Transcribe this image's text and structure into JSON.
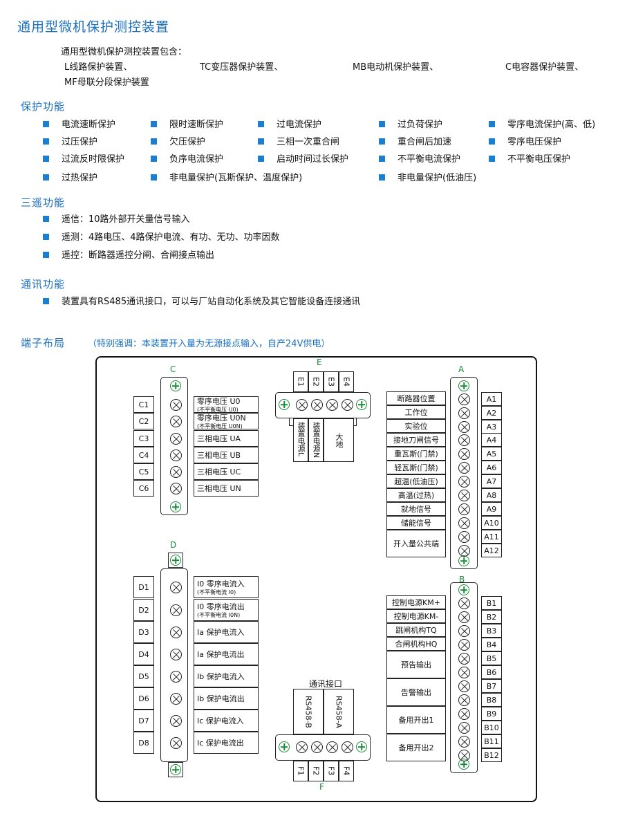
{
  "title": "通用型微机保护测控装置",
  "intro": {
    "lead": "通用型微机保护测控装置包含：",
    "items": [
      "L线路保护装置、",
      "TC变压器保护装置、",
      "MB电动机保护装置、",
      "C电容器保护装置、",
      "MF母联分段保护装置"
    ]
  },
  "protection": {
    "heading": "保护功能",
    "rows": [
      [
        "电流速断保护",
        "限时速断保护",
        "过电流保护",
        "过负荷保护",
        "零序电流保护(高、低)"
      ],
      [
        "过压保护",
        "欠压保护",
        "三相一次重合闸",
        "重合闸后加速",
        "零序电压保护"
      ],
      [
        "过流反时限保护",
        "负序电流保护",
        "启动时间过长保护",
        "不平衡电流保护",
        "不平衡电压保护"
      ],
      [
        "过热保护",
        "非电量保护(瓦斯保护、温度保护)",
        "",
        "非电量保护(低油压)",
        ""
      ]
    ]
  },
  "remote": {
    "heading": "三遥功能",
    "items": [
      "遥信：10路外部开关量信号输入",
      "遥测：4路电压、4路保护电流、有功、无功、功率因数",
      "遥控：断路器遥控分闸、合闸接点输出"
    ]
  },
  "comm": {
    "heading": "通讯功能",
    "items": [
      "装置具有RS485通讯接口，可以与厂站自动化系统及其它智能设备连接通讯"
    ]
  },
  "terminals": {
    "heading": "端子布局",
    "note": "（特别强调：本装置开入量为无源接点输入，自产24V供电）",
    "C": {
      "name": "C",
      "ids": [
        "C1",
        "C2",
        "C3",
        "C4",
        "C5",
        "C6"
      ],
      "labels": [
        {
          "main": "零序电压 U0",
          "sub": "(不平衡电压 U0)"
        },
        {
          "main": "零序电压 U0N",
          "sub": "(不平衡电压 U0N)"
        },
        {
          "main": "三相电压 UA",
          "sub": ""
        },
        {
          "main": "三相电压 UB",
          "sub": ""
        },
        {
          "main": "三相电压 UC",
          "sub": ""
        },
        {
          "main": "三相电压 UN",
          "sub": ""
        }
      ]
    },
    "E": {
      "name": "E",
      "ids": [
        "E1",
        "E2",
        "E3",
        "E4"
      ],
      "labels": [
        "装置电源L",
        "装置电源N",
        "",
        "大地"
      ]
    },
    "A": {
      "name": "A",
      "ids": [
        "A1",
        "A2",
        "A3",
        "A4",
        "A5",
        "A6",
        "A7",
        "A8",
        "A9",
        "A10",
        "A11",
        "A12"
      ],
      "labels": [
        "断路器位置",
        "工作位",
        "实验位",
        "接地刀闸信号",
        "重瓦斯(门禁)",
        "轻瓦斯(门禁)",
        "超温(低油压)",
        "高温(过热)",
        "就地信号",
        "储能信号",
        "开入量公共端"
      ]
    },
    "D": {
      "name": "D",
      "ids": [
        "D1",
        "D2",
        "D3",
        "D4",
        "D5",
        "D6",
        "D7",
        "D8"
      ],
      "labels": [
        {
          "main": "I0 零序电流入",
          "sub": "(不平衡电流 I0)"
        },
        {
          "main": "I0 零序电流出",
          "sub": "(不平衡电流 I0N)"
        },
        {
          "main": "Ia 保护电流入",
          "sub": ""
        },
        {
          "main": "Ia 保护电流出",
          "sub": ""
        },
        {
          "main": "Ib 保护电流入",
          "sub": ""
        },
        {
          "main": "Ib 保护电流出",
          "sub": ""
        },
        {
          "main": "Ic 保护电流入",
          "sub": ""
        },
        {
          "main": "Ic 保护电流出",
          "sub": ""
        }
      ]
    },
    "F": {
      "name": "F",
      "ids": [
        "F1",
        "F2",
        "F3",
        "F4"
      ],
      "title": "通讯接口",
      "labels": [
        "RS458-B",
        "RS458-A"
      ]
    },
    "B": {
      "name": "B",
      "ids": [
        "B1",
        "B2",
        "B3",
        "B4",
        "B5",
        "B6",
        "B7",
        "B8",
        "B9",
        "B10",
        "B11",
        "B12"
      ],
      "labels": [
        "控制电源KM+",
        "控制电源KM-",
        "跳闸机构TQ",
        "合闸机构HQ",
        "预告输出",
        "告警输出",
        "备用开出1",
        "备用开出2"
      ]
    }
  }
}
